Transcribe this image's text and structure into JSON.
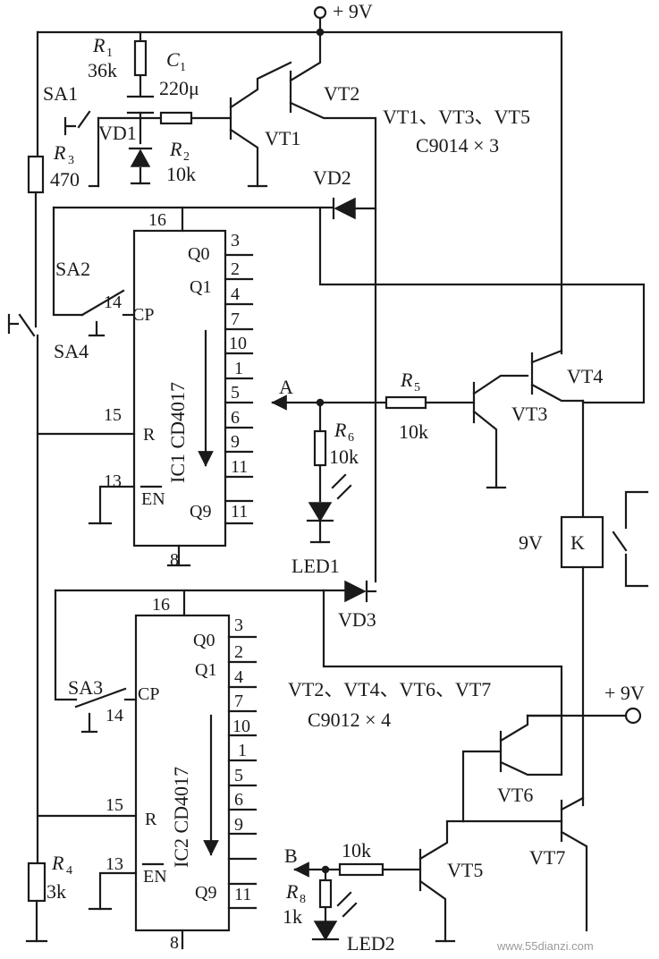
{
  "supply": {
    "top": "+ 9V",
    "right": "+ 9V"
  },
  "components": {
    "r1": {
      "name": "R",
      "sub": "1",
      "value": "36k"
    },
    "c1": {
      "name": "C",
      "sub": "1",
      "value": "220μ"
    },
    "r2": {
      "name": "R",
      "sub": "2",
      "value": "10k"
    },
    "r3": {
      "name": "R",
      "sub": "3",
      "value": "470"
    },
    "r4": {
      "name": "R",
      "sub": "4",
      "value": "3k"
    },
    "r5": {
      "name": "R",
      "sub": "5",
      "value": "10k"
    },
    "r6": {
      "name": "R",
      "sub": "6",
      "value": "10k"
    },
    "r7": {
      "value": "10k"
    },
    "r8": {
      "name": "R",
      "sub": "8",
      "value": "1k"
    },
    "relay": {
      "name": "K",
      "voltage": "9V"
    }
  },
  "labels": {
    "sa1": "SA1",
    "sa2": "SA2",
    "sa3": "SA3",
    "sa4": "SA4",
    "vd1": "VD1",
    "vd2": "VD2",
    "vd3": "VD3",
    "vt1": "VT1",
    "vt2": "VT2",
    "vt3": "VT3",
    "vt4": "VT4",
    "vt5": "VT5",
    "vt6": "VT6",
    "vt7": "VT7",
    "led1": "LED1",
    "led2": "LED2",
    "node_a": "A",
    "node_b": "B"
  },
  "notes": {
    "npn_list": "VT1、VT3、VT5",
    "npn_part": "C9014 × 3",
    "pnp_list": "VT2、VT4、VT6、VT7",
    "pnp_part": "C9012 × 4"
  },
  "ic1": {
    "title": "IC1 CD4017",
    "vdd_pin": "16",
    "gnd_pin": "8",
    "left_pins": [
      {
        "pin": "14",
        "name": "CP"
      },
      {
        "pin": "15",
        "name": "R"
      },
      {
        "pin": "13",
        "name": "EN"
      }
    ],
    "q0": "Q0",
    "q1": "Q1",
    "q9": "Q9",
    "right_pins": [
      "3",
      "2",
      "4",
      "7",
      "10",
      "1",
      "5",
      "6",
      "9",
      "11"
    ]
  },
  "ic2": {
    "title": "IC2 CD4017",
    "vdd_pin": "16",
    "gnd_pin": "8",
    "left_pins": [
      {
        "pin": "14",
        "name": "CP"
      },
      {
        "pin": "15",
        "name": "R"
      },
      {
        "pin": "13",
        "name": "EN"
      }
    ],
    "q0": "Q0",
    "q1": "Q1",
    "q9": "Q9",
    "right_pins": [
      "3",
      "2",
      "4",
      "7",
      "10",
      "1",
      "5",
      "6",
      "9",
      "11"
    ]
  },
  "watermark": "www.55dianzi.com"
}
